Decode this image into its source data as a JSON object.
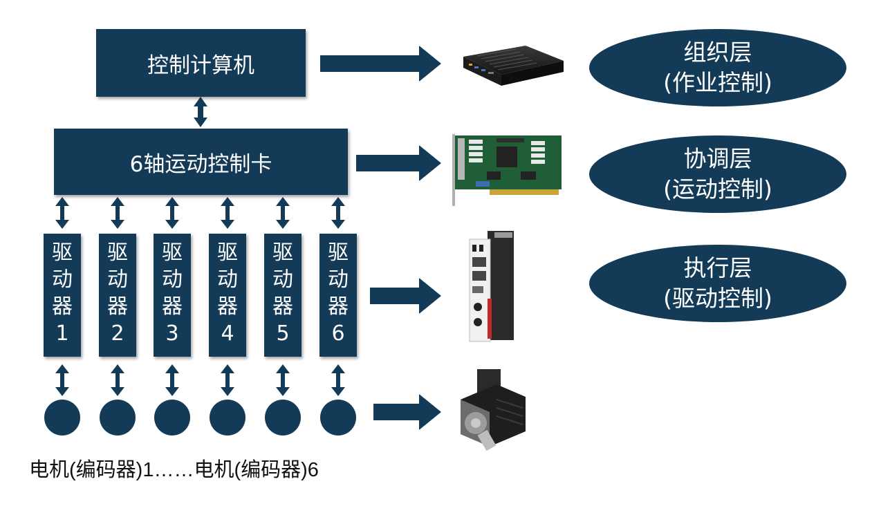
{
  "computer": {
    "label": "控制计算机"
  },
  "motion_card": {
    "label": "6轴运动控制卡"
  },
  "drivers": [
    {
      "line1": "驱",
      "line2": "动",
      "line3": "器",
      "num": "1"
    },
    {
      "line1": "驱",
      "line2": "动",
      "line3": "器",
      "num": "2"
    },
    {
      "line1": "驱",
      "line2": "动",
      "line3": "器",
      "num": "3"
    },
    {
      "line1": "驱",
      "line2": "动",
      "line3": "器",
      "num": "4"
    },
    {
      "line1": "驱",
      "line2": "动",
      "line3": "器",
      "num": "5"
    },
    {
      "line1": "驱",
      "line2": "动",
      "line3": "器",
      "num": "6"
    }
  ],
  "motors_caption": "电机(编码器)1……电机(编码器)6",
  "layers": [
    {
      "title": "组织层",
      "subtitle": "(作业控制)"
    },
    {
      "title": "协调层",
      "subtitle": "(运动控制)"
    },
    {
      "title": "执行层",
      "subtitle": "(驱动控制)"
    }
  ],
  "colors": {
    "node": "#133a57",
    "background": "#ffffff"
  }
}
